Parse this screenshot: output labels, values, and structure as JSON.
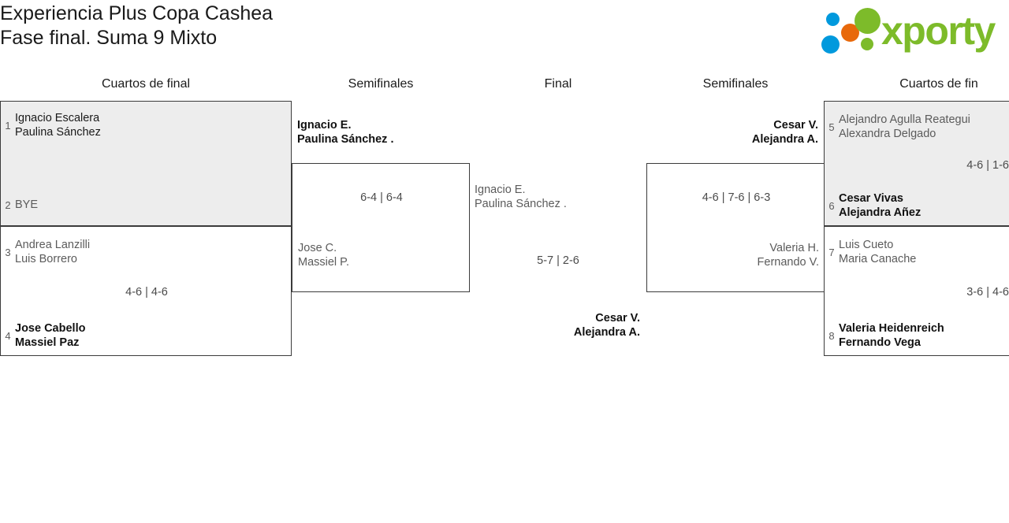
{
  "header": {
    "title_line1": "Experiencia Plus Copa Cashea",
    "title_line2": "Fase final. Suma 9 Mixto",
    "logo_text": "xporty",
    "logo_colors": {
      "green": "#7dbb2a",
      "blue": "#0099dd",
      "orange": "#e8690b"
    }
  },
  "round_headers": {
    "qf_left": "Cuartos de final",
    "sf_left": "Semifinales",
    "final": "Final",
    "sf_right": "Semifinales",
    "qf_right": "Cuartos de fin"
  },
  "bracket": {
    "qf_left": [
      {
        "top": {
          "seed": "1",
          "player1": "Ignacio Escalera",
          "player2": "Paulina Sánchez",
          "result": "winner"
        },
        "bottom": {
          "seed": "2",
          "player1": "BYE",
          "player2": "",
          "result": "bye"
        },
        "score": ""
      },
      {
        "top": {
          "seed": "3",
          "player1": "Andrea Lanzilli",
          "player2": "Luis Borrero",
          "result": "loser"
        },
        "bottom": {
          "seed": "4",
          "player1": "Jose Cabello",
          "player2": "Massiel Paz",
          "result": "winner"
        },
        "score": "4-6 | 4-6"
      }
    ],
    "sf_left": {
      "top": {
        "player1": "Ignacio E.",
        "player2": "Paulina Sánchez .",
        "result": "winner"
      },
      "bottom": {
        "player1": "Jose C.",
        "player2": "Massiel P.",
        "result": "loser"
      },
      "score": "6-4 | 6-4"
    },
    "final": {
      "top": {
        "player1": "Ignacio E.",
        "player2": "Paulina Sánchez .",
        "result": "loser"
      },
      "bottom": {
        "player1": "Cesar V.",
        "player2": "Alejandra A.",
        "result": "winner"
      },
      "score": "5-7 | 2-6"
    },
    "sf_right": {
      "top": {
        "player1": "Cesar V.",
        "player2": "Alejandra A.",
        "result": "winner"
      },
      "bottom": {
        "player1": "Valeria H.",
        "player2": "Fernando V.",
        "result": "loser"
      },
      "score": "4-6 | 7-6 | 6-3"
    },
    "qf_right": [
      {
        "top": {
          "seed": "5",
          "player1": "Alejandro Agulla Reategui",
          "player2": "Alexandra Delgado",
          "result": "loser"
        },
        "bottom": {
          "seed": "6",
          "player1": "Cesar Vivas",
          "player2": "Alejandra Añez",
          "result": "winner"
        },
        "score": "4-6 | 1-6"
      },
      {
        "top": {
          "seed": "7",
          "player1": "Luis Cueto",
          "player2": "Maria Canache",
          "result": "loser"
        },
        "bottom": {
          "seed": "8",
          "player1": "Valeria Heidenreich",
          "player2": "Fernando Vega",
          "result": "winner"
        },
        "score": "3-6 | 4-6"
      }
    ]
  }
}
